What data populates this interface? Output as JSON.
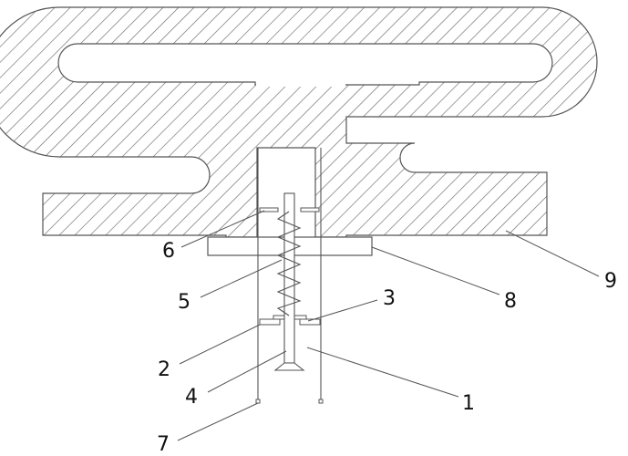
{
  "colors": {
    "stroke": "#555555",
    "hatch": "#6a6a6a",
    "background": "#ffffff",
    "text": "#111111"
  },
  "labels": {
    "l1": "1",
    "l2": "2",
    "l3": "3",
    "l4": "4",
    "l5": "5",
    "l6": "6",
    "l7": "7",
    "l8": "8",
    "l9": "9"
  }
}
